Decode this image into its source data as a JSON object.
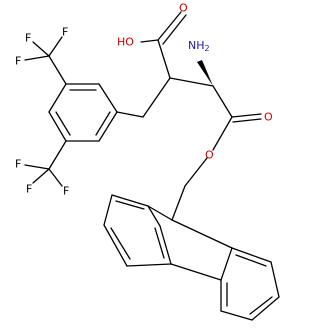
{
  "molecule": {
    "labels": {
      "hydroxyl": "HO",
      "amine": "NH",
      "amine_subscript": "2",
      "carbonyl_o_acid": "O",
      "carbonyl_o_ester": "O",
      "ester_o": "O",
      "fluorine": "F"
    },
    "colors": {
      "bond": "#000000",
      "oxygen": "#cc0000",
      "nitrogen": "#1a1aa6",
      "fluorine": "#000000"
    }
  }
}
